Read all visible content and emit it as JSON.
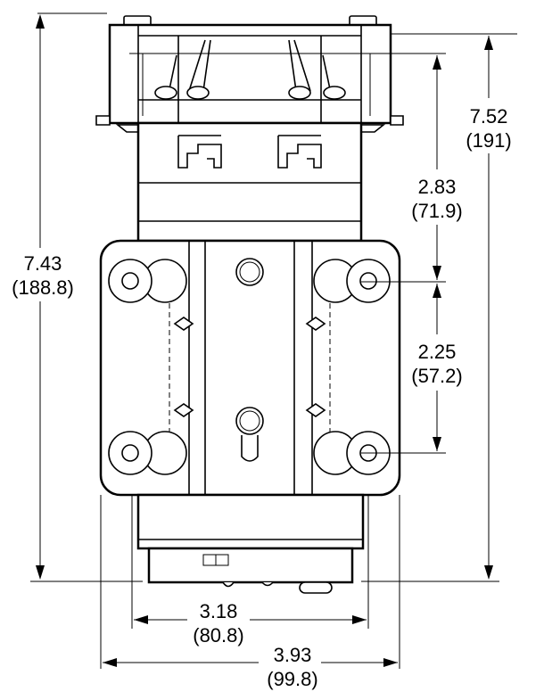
{
  "dimensions": {
    "overall_height": {
      "inches": "7.43",
      "mm": "(188.8)"
    },
    "right_height": {
      "inches": "7.52",
      "mm": "(191)"
    },
    "upper_offset": {
      "inches": "2.83",
      "mm": "(71.9)"
    },
    "hole_spacing_vertical": {
      "inches": "2.25",
      "mm": "(57.2)"
    },
    "hole_spacing_horizontal": {
      "inches": "3.18",
      "mm": "(80.8)"
    },
    "overall_width": {
      "inches": "3.93",
      "mm": "(99.8)"
    }
  },
  "colors": {
    "line": "#000000",
    "background": "#ffffff"
  }
}
